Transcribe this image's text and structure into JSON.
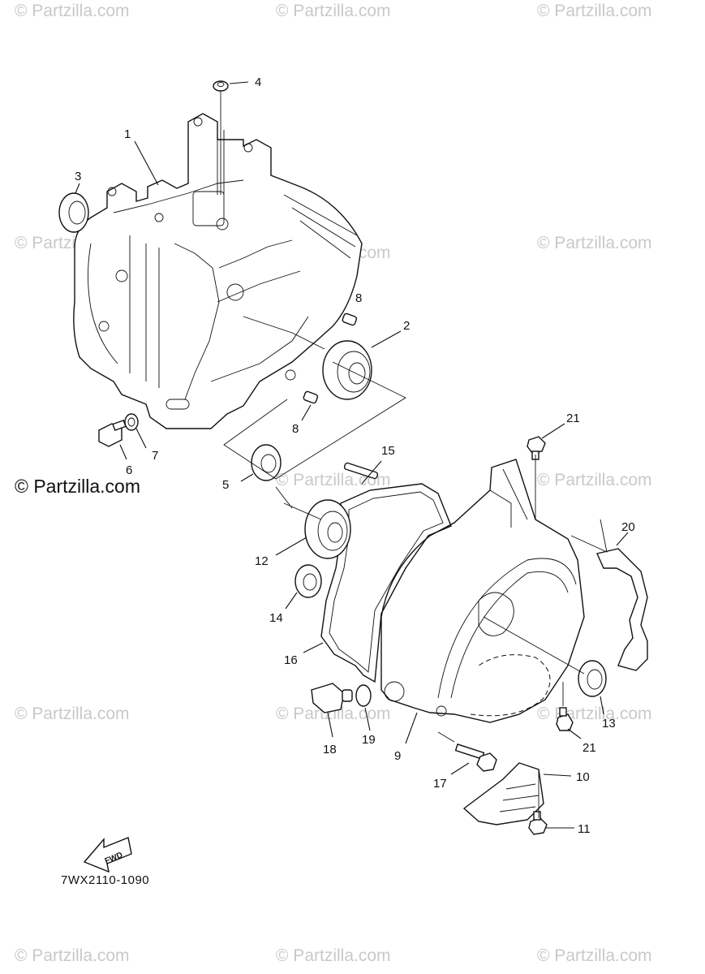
{
  "watermark": "© Partzilla.com",
  "brand": "© Partzilla.com",
  "diagram_code": "7WX2110-1090",
  "fwd_label": "FWD",
  "callouts": {
    "c1": "1",
    "c2": "2",
    "c3": "3",
    "c4": "4",
    "c5": "5",
    "c6": "6",
    "c7": "7",
    "c8a": "8",
    "c8b": "8",
    "c9": "9",
    "c10": "10",
    "c11": "11",
    "c12": "12",
    "c13": "13",
    "c14": "14",
    "c15": "15",
    "c16": "16",
    "c17": "17",
    "c18": "18",
    "c19": "19",
    "c20": "20",
    "c21a": "21",
    "c21b": "21"
  }
}
